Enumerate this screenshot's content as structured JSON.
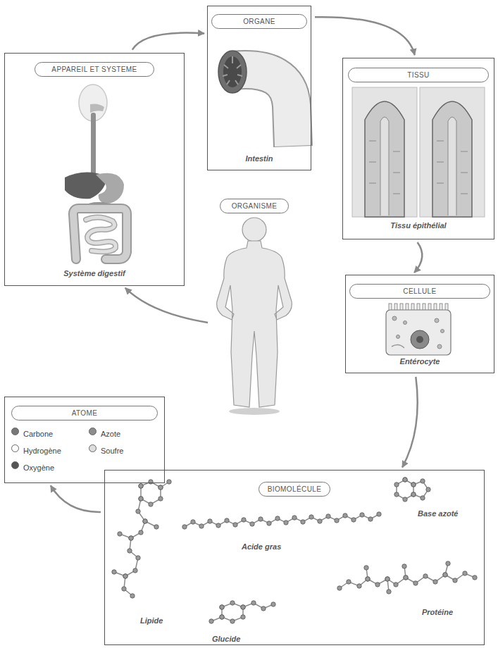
{
  "diagram": {
    "nodes": [
      {
        "text": [
          "ORGANE",
          "Intestin"
        ]
      },
      {
        "text": [
          "APPAREIL ET SYSTEME",
          "Système digestif"
        ]
      },
      {
        "text": [
          "TISSU",
          "Tissu épithélial"
        ]
      },
      {
        "text": [
          "ORGANISME"
        ]
      },
      {
        "text": [
          "CELLULE",
          "Entérocyte"
        ]
      },
      {
        "text": [
          "ATOME"
        ]
      },
      {
        "text": [
          "BIOMOLÉCULE",
          "Base azoté",
          "Acide gras",
          "Protéine",
          "Lipide",
          "Glucide"
        ]
      }
    ],
    "edges": [
      {
        "from": 1,
        "to": 0,
        "arrow": "to"
      },
      {
        "from": 0,
        "to": 2,
        "arrow": "to"
      },
      {
        "from": 2,
        "to": 4,
        "arrow": "to"
      },
      {
        "from": 4,
        "to": 6,
        "arrow": "to"
      },
      {
        "from": 6,
        "to": 5,
        "arrow": "to"
      },
      {
        "from": 3,
        "to": 1,
        "arrow": "to"
      }
    ],
    "legend": [
      {
        "text": "Carbone",
        "color": "#777777"
      },
      {
        "text": "Azote",
        "color": "#8c8c8c"
      },
      {
        "text": "Hydrogène",
        "color": "#ffffff"
      },
      {
        "text": "Soufre",
        "color": "#dddddd"
      },
      {
        "text": "Oxygène",
        "color": "#555555"
      }
    ]
  }
}
